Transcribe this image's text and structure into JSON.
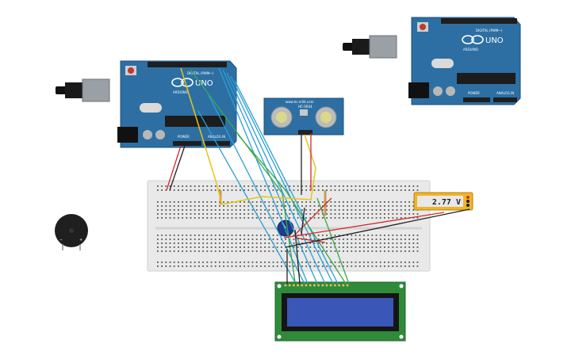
{
  "arduino_left": {
    "brand": "ARDUINO",
    "model": "UNO",
    "digital_label": "DIGITAL (PWM~)",
    "power_label": "POWER",
    "analog_label": "ANALOG IN"
  },
  "arduino_right": {
    "brand": "ARDUINO",
    "model": "UNO",
    "digital_label": "DIGITAL (PWM~)",
    "power_label": "POWER",
    "analog_label": "ANALOG IN"
  },
  "sensor": {
    "model": "HC-SR04",
    "site": "www.hc-sr04.com"
  },
  "multimeter": {
    "reading": "2.77 V"
  },
  "colors": {
    "arduino_board": "#2d6fa3",
    "breadboard": "#e9e9e9",
    "lcd_frame": "#2f8a3a",
    "lcd_screen": "#3a57b8",
    "multimeter": "#f0b429",
    "wire_blue": "#2b9fd9",
    "wire_green": "#3aa84a",
    "wire_red": "#d42a2a",
    "wire_yellow": "#e8c417",
    "wire_black": "#222222"
  }
}
